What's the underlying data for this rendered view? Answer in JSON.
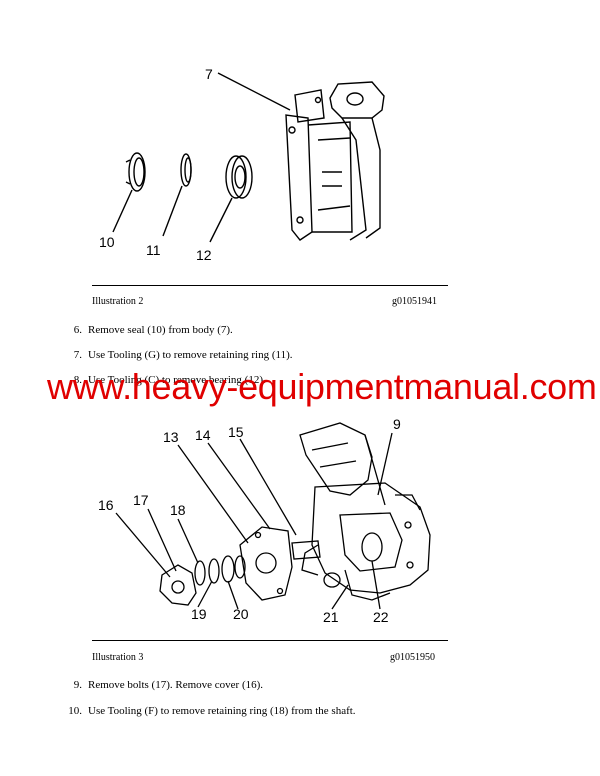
{
  "illustration2": {
    "caption": "Illustration 2",
    "code": "g01051941",
    "labels": {
      "body": "7",
      "seal": "10",
      "ring": "11",
      "bearing": "12"
    }
  },
  "steps_a": [
    {
      "num": "6.",
      "text": "Remove seal (10) from body (7)."
    },
    {
      "num": "7.",
      "text": "Use Tooling (G) to remove retaining ring (11)."
    },
    {
      "num": "8.",
      "text": "Use Tooling (C) to remove bearing (12)."
    }
  ],
  "watermark": "www.heavy-equipmentmanual.com",
  "illustration3": {
    "caption": "Illustration 3",
    "code": "g01051950",
    "labels": {
      "l9": "9",
      "l13": "13",
      "l14": "14",
      "l15": "15",
      "l16": "16",
      "l17": "17",
      "l18": "18",
      "l19": "19",
      "l20": "20",
      "l21": "21",
      "l22": "22"
    }
  },
  "steps_b": [
    {
      "num": "9.",
      "text": "Remove bolts (17). Remove cover (16)."
    },
    {
      "num": "10.",
      "text": "Use Tooling (F) to remove retaining ring (18) from the shaft."
    }
  ],
  "colors": {
    "watermark": "#e00000",
    "line": "#000000"
  }
}
